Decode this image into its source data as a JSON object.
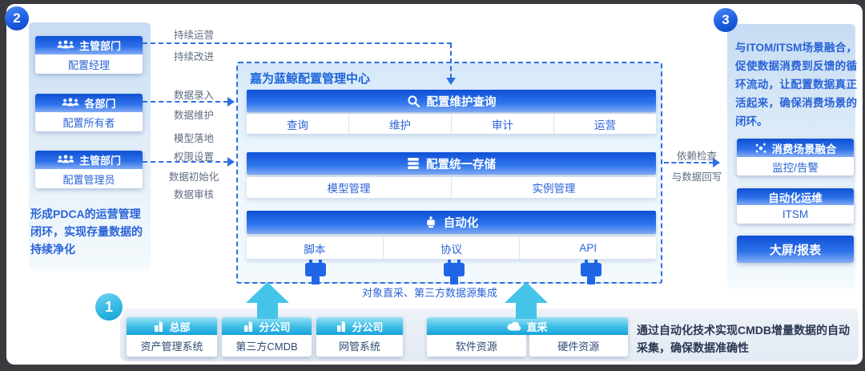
{
  "badges": {
    "step1": "1",
    "step2": "2",
    "step3": "3"
  },
  "colors": {
    "primary_blue": "#1d5fe0",
    "cyan": "#3bc0e6",
    "dashed_line": "#2f6fe4",
    "text_blue": "#2a63d8"
  },
  "left_panel": {
    "roles": [
      {
        "icon": "people-icon",
        "title": "主管部门",
        "subtitle": "配置经理"
      },
      {
        "icon": "people-icon",
        "title": "各部门",
        "subtitle": "配置所有者"
      },
      {
        "icon": "people-icon",
        "title": "主管部门",
        "subtitle": "配置管理员"
      }
    ],
    "note": "形成PDCA的运营管理闭环，实现存量数据的持续净化"
  },
  "flow_labels": {
    "l1a": "持续运营",
    "l1b": "持续改进",
    "l2a": "数据录入",
    "l2b": "数据维护",
    "l3a": "模型落地",
    "l3b": "权限设置",
    "l4a": "数据初始化",
    "l4b": "数据审核"
  },
  "center": {
    "title": "嘉为蓝鲸配置管理中心",
    "sections": [
      {
        "icon": "search-icon",
        "title": "配置维护查询",
        "cells": [
          "查询",
          "维护",
          "审计",
          "运营"
        ]
      },
      {
        "icon": "database-icon",
        "title": "配置统一存储",
        "cells": [
          "模型管理",
          "实例管理"
        ]
      },
      {
        "icon": "robot-icon",
        "title": "自动化",
        "cells": [
          "脚本",
          "协议",
          "API"
        ]
      }
    ],
    "integration_label": "对象直采、第三方数据源集成"
  },
  "right_flow": {
    "line1": "依赖检查",
    "line2": "与数据回写"
  },
  "right_panel": {
    "paragraph": "与ITOM/ITSM场景融合，促使数据消费到反馈的循环流动，让配置数据真正活起来，确保消费场景的闭环。",
    "boxes": [
      {
        "icon": "scatter-icon",
        "header": "消费场景融合",
        "body": "监控/告警"
      },
      {
        "icon": "",
        "header": "自动化运维",
        "body": "ITSM"
      },
      {
        "icon": "",
        "header": "大屏/报表",
        "body": ""
      }
    ]
  },
  "bottom_panel": {
    "sources": [
      {
        "icon": "building-icon",
        "header": "总部",
        "items": [
          "资产管理系统"
        ]
      },
      {
        "icon": "building-icon",
        "header": "分公司",
        "items": [
          "第三方CMDB"
        ]
      },
      {
        "icon": "building-icon",
        "header": "分公司",
        "items": [
          "网管系统"
        ]
      },
      {
        "icon": "cloud-icon",
        "header": "直采",
        "items": [
          "软件资源",
          "硬件资源"
        ]
      }
    ],
    "note": "通过自动化技术实现CMDB增量数据的自动采集，确保数据准确性"
  }
}
